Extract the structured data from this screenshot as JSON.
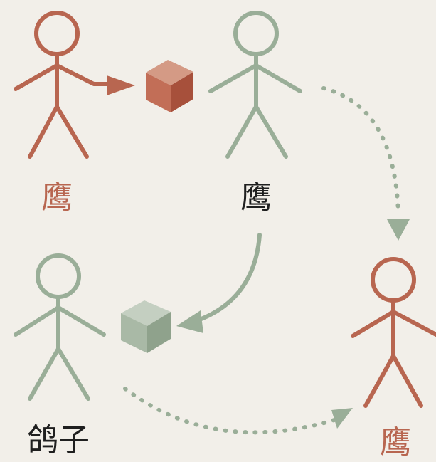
{
  "colors": {
    "background": "#f2efe9",
    "hawk": "#b86650",
    "dove": "#9aae98",
    "neutral_text": "#1f1f1f"
  },
  "figures": [
    {
      "id": "hawk-top-left",
      "role": "hawk",
      "color": "hawk",
      "label": "鹰"
    },
    {
      "id": "hawk-top-middle",
      "role": "hawk",
      "color": "dove",
      "label": "鹰"
    },
    {
      "id": "dove-bottom-left",
      "role": "dove",
      "color": "dove",
      "label": "鸽子"
    },
    {
      "id": "hawk-bottom-right",
      "role": "hawk",
      "color": "hawk",
      "label": "鹰"
    }
  ],
  "resources": [
    {
      "id": "resource-top",
      "color": "hawk"
    },
    {
      "id": "resource-bottom",
      "color": "dove"
    }
  ],
  "arrows": [
    {
      "id": "arrow-hawk-to-resource",
      "style": "solid",
      "color": "hawk"
    },
    {
      "id": "arrow-hawk-to-hawk",
      "style": "dotted",
      "color": "dove"
    },
    {
      "id": "arrow-hawk-to-resource-bottom",
      "style": "solid",
      "color": "dove"
    },
    {
      "id": "arrow-dove-to-hawk",
      "style": "dotted",
      "color": "dove"
    }
  ]
}
